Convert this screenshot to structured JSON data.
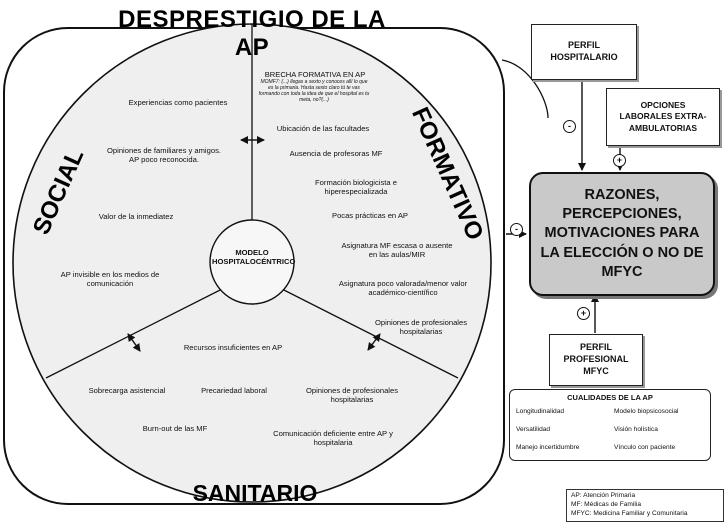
{
  "title": "DESPRESTIGIO DE LA AP",
  "sectors": {
    "social": "SOCIAL",
    "formativo": "FORMATIVO",
    "sanitario": "SANITARIO"
  },
  "center": "MODELO HOSPITALOCÉNTRICO",
  "social_items": [
    "Experiencias como pacientes",
    "Opiniones de familiares y amigos. AP poco reconocida.",
    "Valor de la inmediatez",
    "AP invisible en los medios de comunicación"
  ],
  "formativo_items": {
    "brecha": "BRECHA FORMATIVA EN AP",
    "quote": "MOMF7: (...) llegas a sexto y conoces allí lo que es la primaria. Hasta sexto claro tú te vas formando con toda la idea de que el hospital es tu meta, no?(...)",
    "list": [
      "Ubicación de las facultades",
      "Ausencia de profesoras MF",
      "Formación biologicista e hiperespecializada",
      "Pocas prácticas en AP",
      "Asignatura MF escasa o ausente en las aulas/MIR",
      "Asignatura poco valorada/menor valor académico-científico",
      "Opiniones de profesionales hospitalarias"
    ]
  },
  "sanitario_items": [
    "Recursos insuficientes en AP",
    "Sobrecarga asistencial",
    "Precariedad laboral",
    "Opiniones de profesionales hospitalarias",
    "Burn-out de las MF",
    "Comunicación deficiente entre AP y hospitalaria"
  ],
  "boxes": {
    "hospitalario": "PERFIL HOSPITALARIO",
    "opciones": "OPCIONES LABORALES EXTRA-AMBULATORIAS",
    "razones": "RAZONES, PERCEPCIONES, MOTIVACIONES PARA LA ELECCIÓN O NO DE MFYC",
    "profesional": "PERFIL PROFESIONAL MFYC"
  },
  "signs": {
    "hospitalario": "-",
    "opciones": "+",
    "desprestigio": "-",
    "profesional": "+"
  },
  "cualidades": {
    "title": "CUALIDADES DE LA AP",
    "items": [
      "Longitudinalidad",
      "Modelo biopsicosocial",
      "Versatilidad",
      "Visión holística",
      "Manejo incertidumbre",
      "Vínculo con paciente"
    ]
  },
  "legend": [
    "AP: Atención Primaria",
    "MF: Médicas de Familia",
    "MFYC: Medicina Familiar y Comunitaria"
  ]
}
